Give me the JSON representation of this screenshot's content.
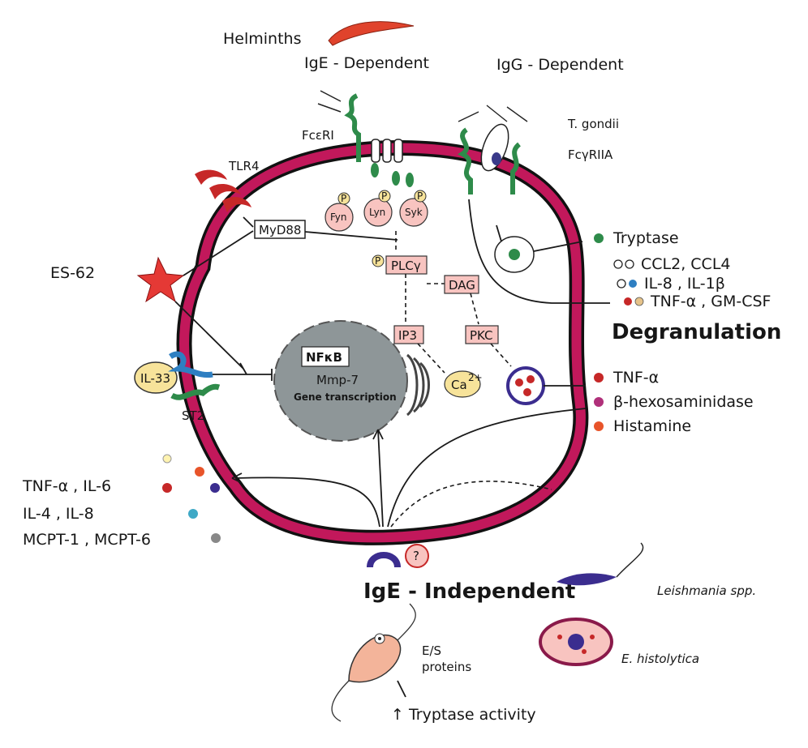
{
  "labels": {
    "helminths": "Helminths",
    "ige_dependent": "IgE - Dependent",
    "igg_dependent": "IgG - Dependent",
    "fceri": "FcεRI",
    "t_gondii": "T. gondii",
    "fcgriia": "FcγRIIA",
    "tlr4": "TLR4",
    "myd88": "MyD88",
    "es62": "ES-62",
    "il33": "IL-33",
    "st2": "ST2",
    "fyn": "Fyn",
    "lyn": "Lyn",
    "syk": "Syk",
    "p": "P",
    "plcg": "PLCγ",
    "dag": "DAG",
    "ip3": "IP3",
    "pkc": "PKC",
    "ca": "Ca",
    "ca_sup": "2+",
    "nfkb": "NFκB",
    "mmp7": "Mmp-7",
    "gene_transcription": "Gene transcription",
    "q": "?",
    "ige_independent": "IgE - Independent",
    "leishmania": "Leishmania spp.",
    "e_histolytica": "E. histolytica",
    "es_proteins_1": "E/S",
    "es_proteins_2": "proteins",
    "tryptase_activity": "↑ Tryptase activity"
  },
  "right_mediators": {
    "tryptase": "Tryptase",
    "ccl": "CCL2, CCL4",
    "il8_il1b": "IL-8 , IL-1β",
    "tnf_gmcsf": "TNF-α , GM-CSF",
    "degranulation": "Degranulation",
    "tnf": "TNF-α",
    "bhex": "β-hexosaminidase",
    "histamine": "Histamine"
  },
  "left_mediators": {
    "tnf_il6": "TNF-α , IL-6",
    "il4_il8": "IL-4 , IL-8",
    "mcpt": "MCPT-1 , MCPT-6"
  },
  "colors": {
    "membrane": "#c2185b",
    "receptor_green": "#2e8b4a",
    "tlr_red": "#c62828",
    "nucleus": "#8e9698",
    "box_pink": "#f8c4c0",
    "ca_yellow": "#f7e39a",
    "star_red": "#e53935"
  }
}
